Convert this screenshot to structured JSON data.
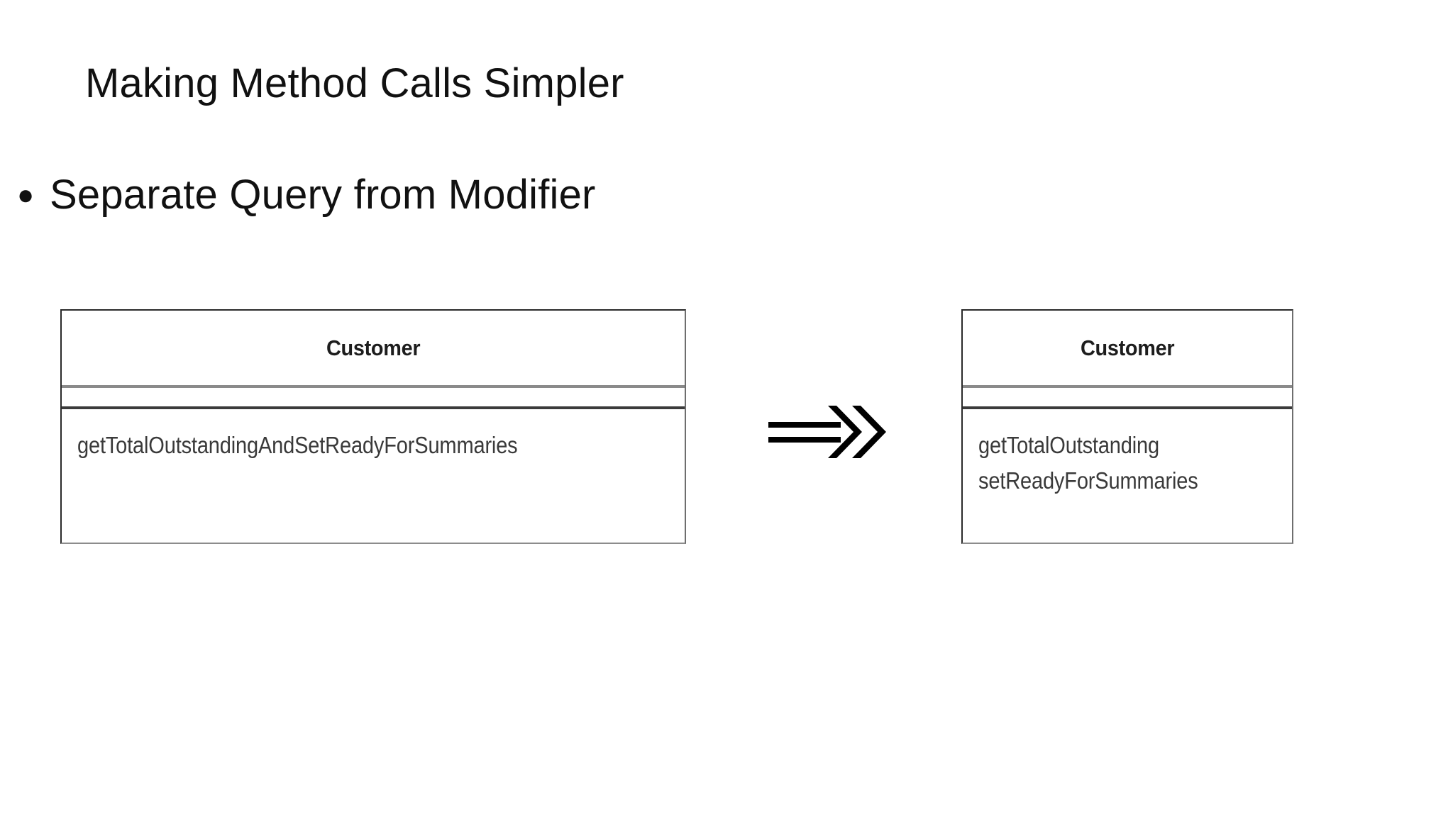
{
  "slide": {
    "title": "Making Method Calls Simpler",
    "bullets": [
      {
        "marker": "●",
        "text": "Separate Query from Modifier"
      }
    ],
    "background_color": "#ffffff",
    "text_color": "#111111"
  },
  "diagram": {
    "type": "uml-class-refactoring",
    "arrow": {
      "glyph": "⇛",
      "semantic": "double-chevron-right-arrow",
      "color": "#000000"
    },
    "before": {
      "class_name": "Customer",
      "members": [
        "getTotalOutstandingAndSetReadyForSummaries"
      ]
    },
    "after": {
      "class_name": "Customer",
      "members": [
        "getTotalOutstanding",
        "setReadyForSummaries"
      ]
    }
  }
}
